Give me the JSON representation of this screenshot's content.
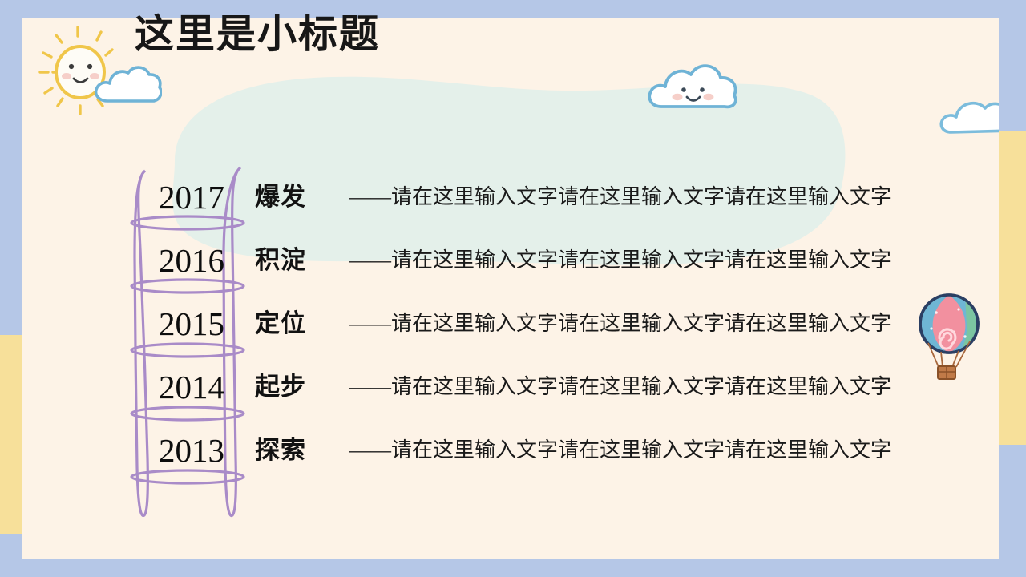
{
  "slide": {
    "title": "这里是小标题",
    "colors": {
      "frame_blue": "#b5c7e7",
      "frame_yellow": "#f7e09a",
      "panel_cream": "#fdf3e7",
      "blob_mint": "#e3efe9",
      "ladder_purple": "#a98bc8",
      "sun_yellow": "#f2c84b",
      "cloud_blue": "#6fb3d6",
      "cheek_pink": "#f6cfc9",
      "balloon_blue": "#6fb6d4",
      "balloon_pink": "#f2909f",
      "balloon_green": "#7cc5a1",
      "balloon_outline": "#2b3f63",
      "basket_brown": "#a8673c",
      "text_dark": "#151515"
    }
  },
  "decorations": [
    {
      "name": "sun-icon",
      "label": "笑脸太阳"
    },
    {
      "name": "cloud-icon",
      "label": "云朵"
    },
    {
      "name": "cloud-face-icon",
      "label": "笑脸云朵"
    },
    {
      "name": "cloud-plain-icon",
      "label": "云朵"
    },
    {
      "name": "hot-air-balloon-icon",
      "label": "热气球"
    },
    {
      "name": "ladder-icon",
      "label": "梯子"
    },
    {
      "name": "mint-blob-shape",
      "label": "背景色块"
    }
  ],
  "timeline": {
    "rows": [
      {
        "year": "2017",
        "tag": "爆发",
        "desc": "——请在这里输入文字请在这里输入文字请在这里输入文字"
      },
      {
        "year": "2016",
        "tag": "积淀",
        "desc": "——请在这里输入文字请在这里输入文字请在这里输入文字"
      },
      {
        "year": "2015",
        "tag": "定位",
        "desc": "——请在这里输入文字请在这里输入文字请在这里输入文字"
      },
      {
        "year": "2014",
        "tag": "起步",
        "desc": "——请在这里输入文字请在这里输入文字请在这里输入文字"
      },
      {
        "year": "2013",
        "tag": "探索",
        "desc": "——请在这里输入文字请在这里输入文字请在这里输入文字"
      }
    ]
  }
}
